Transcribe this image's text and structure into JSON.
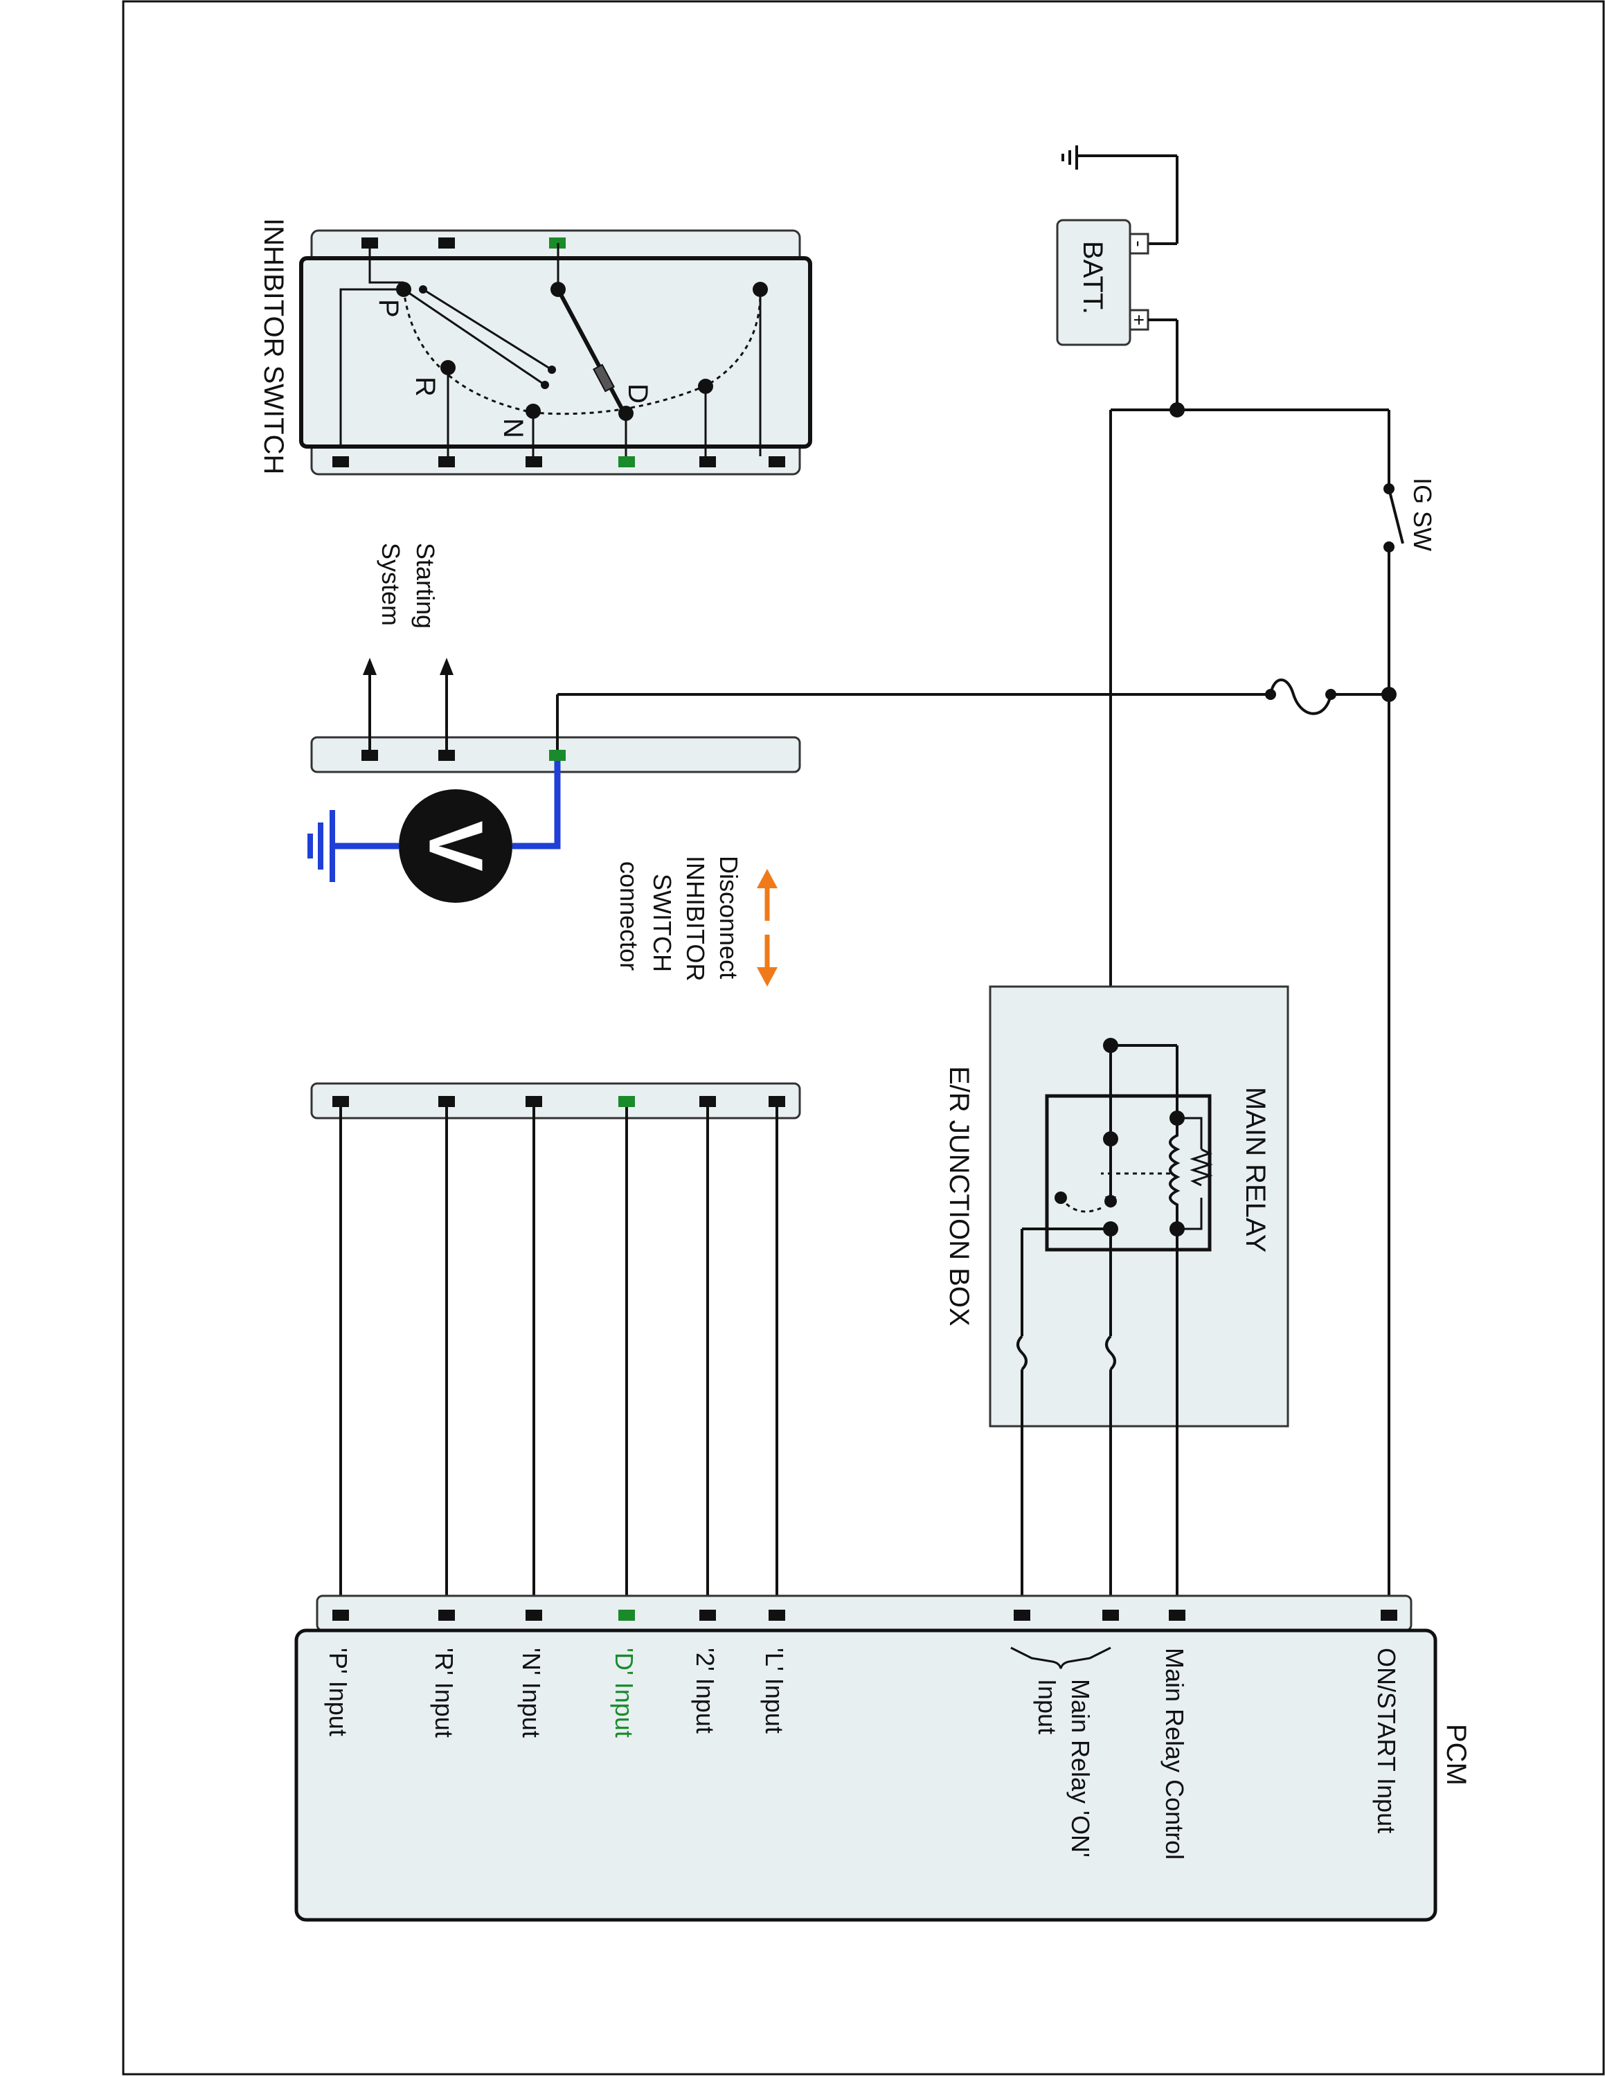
{
  "inhibitor_switch": {
    "title": "INHIBITOR SWITCH",
    "positions": [
      "P",
      "R",
      "N",
      "D"
    ]
  },
  "starting_system": {
    "label_line1": "Starting",
    "label_line2": "System"
  },
  "voltmeter": {
    "symbol": "V"
  },
  "disconnect_note": {
    "line1": "Disconnect",
    "line2": "INHIBITOR",
    "line3": "SWITCH",
    "line4": "connector"
  },
  "battery": {
    "label": "BATT.",
    "neg": "-",
    "pos": "+"
  },
  "ig_switch": {
    "label": "IG SW"
  },
  "er_junction_box": {
    "label": "E/R JUNCTION BOX"
  },
  "main_relay": {
    "label": "MAIN RELAY"
  },
  "pcm": {
    "title": "PCM",
    "inputs": {
      "p": "'P' Input",
      "r": "'R' Input",
      "n": "'N' Input",
      "d": "'D' Input",
      "two": "'2' Input",
      "l": "'L' Input",
      "main_relay_on_1": "Main Relay 'ON'",
      "main_relay_on_2": "Input",
      "main_relay_control": "Main Relay Control",
      "on_start": "ON/START Input"
    }
  },
  "colors": {
    "highlight_green": "#1a8a2a",
    "meter_blue": "#1f3fd6",
    "arrow_orange": "#f07a1a"
  }
}
